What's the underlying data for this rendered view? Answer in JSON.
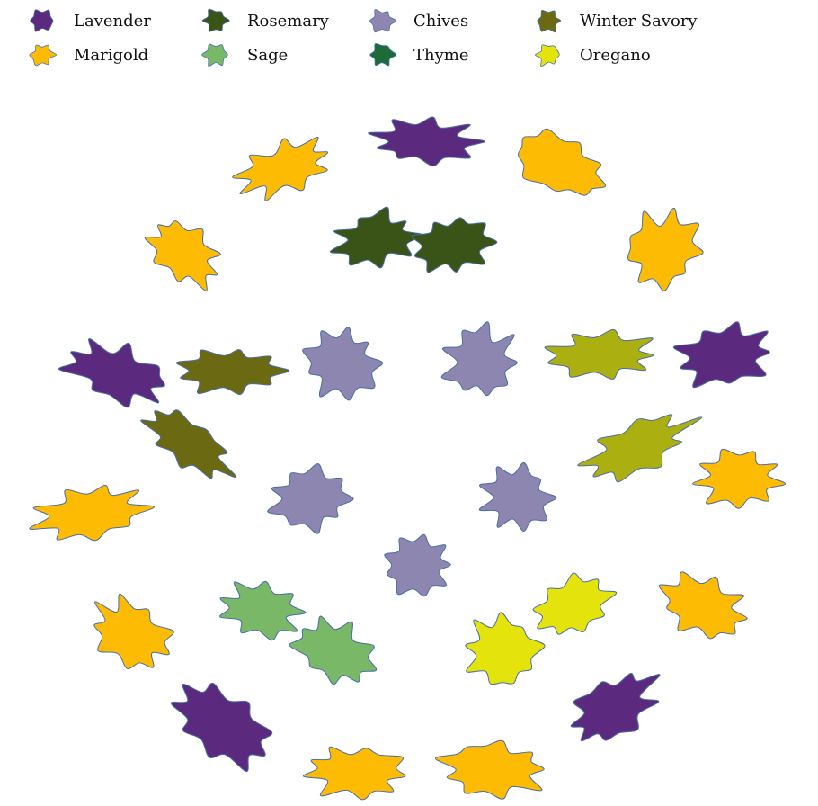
{
  "legend": [
    {
      "name": "Lavender",
      "color": "#5b2a7e"
    },
    {
      "name": "Rosemary",
      "color": "#3a5316"
    },
    {
      "name": "Chives",
      "color": "#8d86b0"
    },
    {
      "name": "Winter Savory",
      "color": "#6b6a12"
    },
    {
      "name": "Marigold",
      "color": "#fdbb03"
    },
    {
      "name": "Sage",
      "color": "#78b866"
    },
    {
      "name": "Thyme",
      "color": "#1e6b3a"
    },
    {
      "name": "Oregano",
      "color": "#e4e40c"
    }
  ],
  "outline_color": "#4a6fa5",
  "plants": [
    {
      "plant": "Lavender"
    },
    {
      "plant": "Marigold"
    },
    {
      "plant": "Marigold"
    },
    {
      "plant": "Lavender"
    },
    {
      "plant": "Marigold"
    },
    {
      "plant": "Marigold"
    },
    {
      "plant": "Lavender"
    },
    {
      "plant": "Marigold"
    },
    {
      "plant": "Marigold"
    },
    {
      "plant": "Lavender"
    },
    {
      "plant": "Marigold"
    },
    {
      "plant": "Marigold"
    },
    {
      "plant": "Lavender"
    },
    {
      "plant": "Marigold"
    },
    {
      "plant": "Marigold"
    },
    {
      "plant": "Rosemary"
    },
    {
      "plant": "Rosemary"
    },
    {
      "plant": "Chives"
    },
    {
      "plant": "Chives"
    },
    {
      "plant": "Chives"
    },
    {
      "plant": "Chives"
    },
    {
      "plant": "Chives"
    },
    {
      "plant": "Winter Savory"
    },
    {
      "plant": "Winter Savory"
    },
    {
      "plant": "Winter Savory",
      "color": "#abb010"
    },
    {
      "plant": "Winter Savory",
      "color": "#abb010"
    },
    {
      "plant": "Sage"
    },
    {
      "plant": "Sage"
    },
    {
      "plant": "Oregano"
    },
    {
      "plant": "Oregano"
    }
  ]
}
